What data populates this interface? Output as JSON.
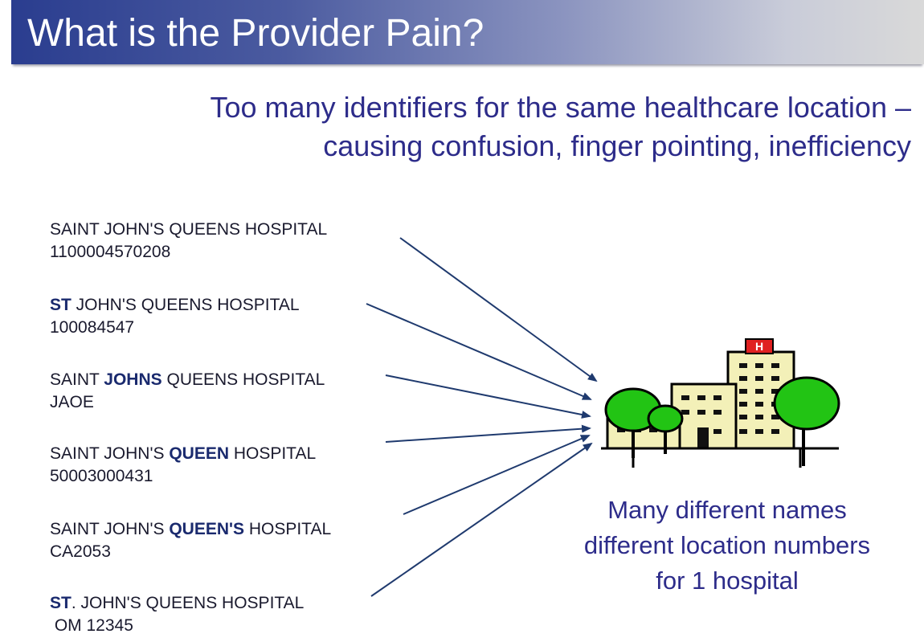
{
  "title": "What is the Provider Pain?",
  "subtitle": {
    "line1": "Too many identifiers for the same healthcare location –",
    "line2": "causing confusion, finger pointing, inefficiency"
  },
  "variants": [
    {
      "pre": "SAINT JOHN'S QUEENS HOSPITAL",
      "bold": "",
      "post": "",
      "id": "1100004570208"
    },
    {
      "pre": "",
      "bold": "ST",
      "post": " JOHN'S QUEENS HOSPITAL",
      "id": "100084547"
    },
    {
      "pre": "SAINT ",
      "bold": "JOHNS",
      "post": " QUEENS HOSPITAL",
      "id": "JAOE"
    },
    {
      "pre": "SAINT JOHN'S ",
      "bold": "QUEEN",
      "post": " HOSPITAL",
      "id": "50003000431"
    },
    {
      "pre": "SAINT JOHN'S ",
      "bold": "QUEEN'S",
      "post": " HOSPITAL",
      "id": "CA2053"
    },
    {
      "pre": "",
      "bold": "ST",
      "post": ". JOHN'S QUEENS HOSPITAL",
      "id": " OM 12345"
    }
  ],
  "caption": {
    "line1": "Many different names",
    "line2": "different location numbers",
    "line3": "for 1 hospital"
  },
  "hospital_sign": "H",
  "colors": {
    "title_bar": "#2a3d8f",
    "subtitle_text": "#2d2c8a",
    "arrow": "#1f3a6e",
    "building": "#f3f0b8",
    "tree": "#22c414",
    "sign": "#e02020"
  },
  "icons": {
    "illustration": "hospital-building-icon"
  }
}
